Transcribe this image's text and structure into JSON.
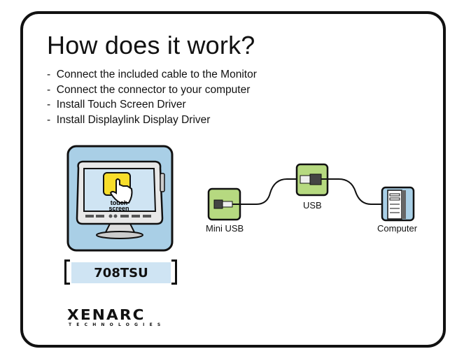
{
  "title": "How does it work?",
  "steps": [
    "Connect the included cable to the Monitor",
    "Connect the connector to your computer",
    "Install Touch Screen Driver",
    "Install Displaylink Display Driver"
  ],
  "monitor": {
    "screen_text_line1": "touch",
    "screen_text_line2": "screen"
  },
  "model": "708TSU",
  "connections": {
    "mini_usb_label": "Mini USB",
    "usb_label": "USB",
    "computer_label": "Computer"
  },
  "logo": {
    "main": "XENARC",
    "sub": "TECHNOLOGIES"
  },
  "colors": {
    "card_border": "#111111",
    "monitor_bg": "#a9cfe6",
    "screen_yellow": "#f7dd2b",
    "connector_green": "#b6d980",
    "computer_blue": "#a9cfe6",
    "model_bg": "#cfe4f3"
  },
  "icons": [
    "touch-monitor-icon",
    "mini-usb-connector-icon",
    "usb-connector-icon",
    "computer-tower-icon"
  ]
}
